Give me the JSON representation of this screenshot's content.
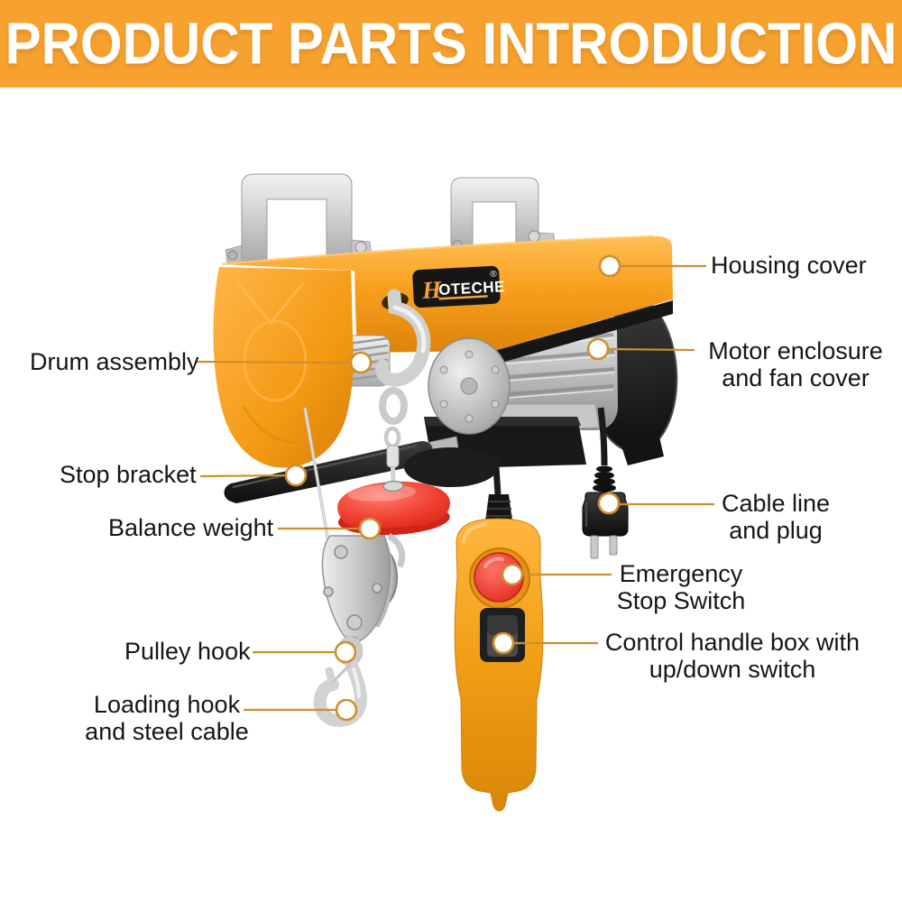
{
  "header": {
    "title": "PRODUCT PARTS INTRODUCTION"
  },
  "product": {
    "logo": {
      "initial": "H",
      "rest": "OTECHE",
      "registered": "®"
    }
  },
  "labels": {
    "housing_cover": {
      "lines": [
        "Housing cover"
      ]
    },
    "drum_assembly": {
      "lines": [
        "Drum assembly"
      ]
    },
    "motor_enclosure": {
      "lines": [
        "Motor enclosure",
        "and fan cover"
      ]
    },
    "stop_bracket": {
      "lines": [
        "Stop bracket"
      ]
    },
    "balance_weight": {
      "lines": [
        "Balance weight"
      ]
    },
    "cable_line": {
      "lines": [
        "Cable line",
        "and plug"
      ]
    },
    "emergency_stop": {
      "lines": [
        "Emergency",
        "Stop Switch"
      ]
    },
    "pulley_hook": {
      "lines": [
        "Pulley hook"
      ]
    },
    "control_handle": {
      "lines": [
        "Control handle box with",
        "up/down switch"
      ]
    },
    "loading_hook": {
      "lines": [
        "Loading hook",
        "and steel cable"
      ]
    }
  },
  "colors": {
    "header_bg": "#F7A12E",
    "housing_orange": "#F8A01D",
    "handle_orange": "#EE9913",
    "leader_line": "#CE8F2E",
    "marker_fill": "#FFFFFF",
    "balance_weight_red": "#E8342A",
    "emergency_button_red": "#EE4136",
    "steel_silver": "#D8D8D8",
    "black_parts": "#1E1E1E",
    "label_text": "#161616"
  }
}
